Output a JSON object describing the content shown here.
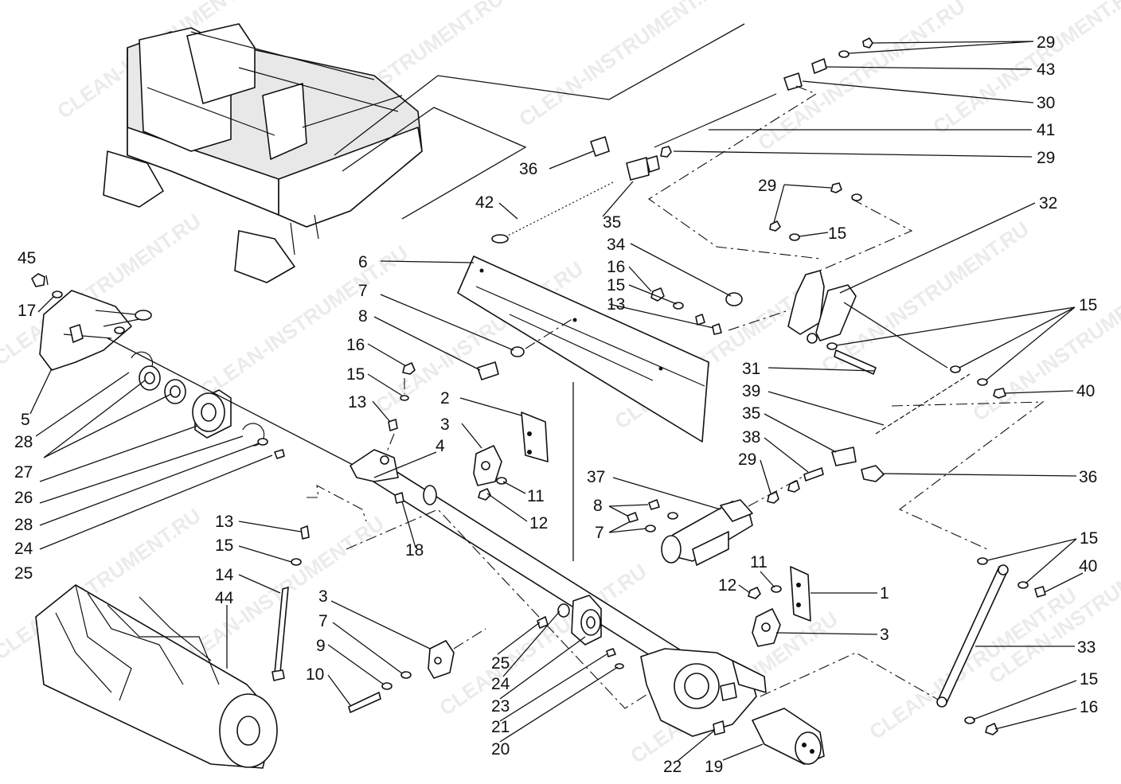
{
  "watermark": "CLEAN-INSTRUMENT.RU",
  "colors": {
    "ink": "#111111",
    "paper": "#ffffff",
    "watermark": "#c8c8c8"
  },
  "callouts": [
    "29",
    "43",
    "30",
    "41",
    "29",
    "36",
    "42",
    "35",
    "29",
    "15",
    "32",
    "34",
    "16",
    "15",
    "13",
    "15",
    "31",
    "40",
    "39",
    "35",
    "38",
    "36",
    "29",
    "37",
    "8",
    "7",
    "45",
    "17",
    "5",
    "28",
    "27",
    "26",
    "28",
    "24",
    "25",
    "6",
    "7",
    "8",
    "16",
    "15",
    "13",
    "2",
    "3",
    "4",
    "11",
    "12",
    "18",
    "13",
    "15",
    "14",
    "44",
    "3",
    "7",
    "9",
    "10",
    "25",
    "24",
    "23",
    "21",
    "20",
    "22",
    "19",
    "11",
    "12",
    "1",
    "3",
    "15",
    "40",
    "33",
    "15",
    "16"
  ]
}
